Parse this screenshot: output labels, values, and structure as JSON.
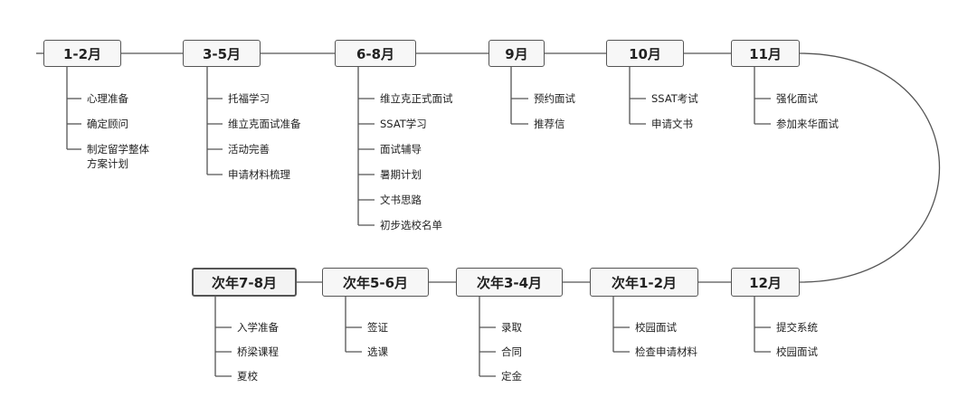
{
  "timeline": {
    "top": [
      {
        "label": "1-2月",
        "items": [
          "心理准备",
          "确定顾问",
          "制定留学整体方案计划"
        ]
      },
      {
        "label": "3-5月",
        "items": [
          "托福学习",
          "维立克面试准备",
          "活动完善",
          "申请材料梳理"
        ]
      },
      {
        "label": "6-8月",
        "items": [
          "维立克正式面试",
          "SSAT学习",
          "面试辅导",
          "暑期计划",
          "文书思路",
          "初步选校名单"
        ]
      },
      {
        "label": "9月",
        "items": [
          "预约面试",
          "推荐信"
        ]
      },
      {
        "label": "10月",
        "items": [
          "SSAT考试",
          "申请文书"
        ]
      },
      {
        "label": "11月",
        "items": [
          "强化面试",
          "参加来华面试"
        ]
      }
    ],
    "bottom": [
      {
        "label": "次年7-8月",
        "items": [
          "入学准备",
          "桥梁课程",
          "夏校"
        ]
      },
      {
        "label": "次年5-6月",
        "items": [
          "签证",
          "选课"
        ]
      },
      {
        "label": "次年3-4月",
        "items": [
          "录取",
          "合同",
          "定金"
        ]
      },
      {
        "label": "次年1-2月",
        "items": [
          "校园面试",
          "检查申请材料"
        ]
      },
      {
        "label": "12月",
        "items": [
          "提交系统",
          "校园面试"
        ]
      }
    ]
  }
}
